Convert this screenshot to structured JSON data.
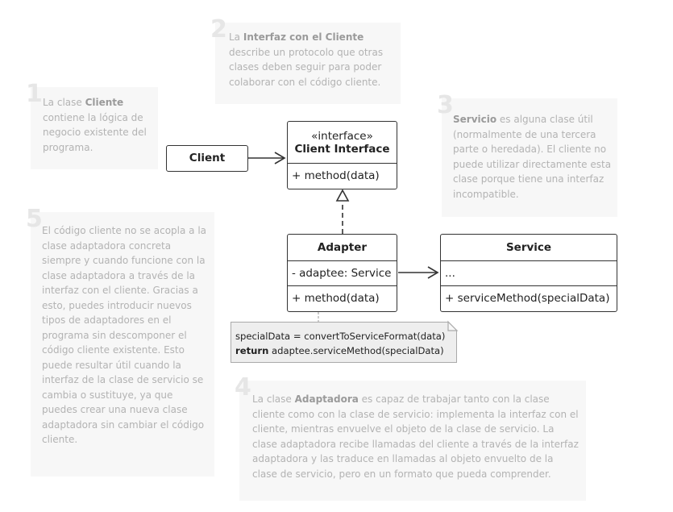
{
  "notes": {
    "n1": {
      "num": "1",
      "pre": "La clase ",
      "bold": "Cliente",
      "post": " contiene la lógica de negocio existente del programa."
    },
    "n2": {
      "num": "2",
      "pre": "La ",
      "bold": "Interfaz con el Cliente",
      "post": " describe un protocolo que otras clases deben seguir para poder colaborar con el código cliente."
    },
    "n3": {
      "num": "3",
      "pre": "",
      "bold": "Servicio",
      "post": " es alguna clase útil (normalmente de una tercera parte o heredada). El cliente no puede utilizar directamente esta clase porque tiene una interfaz incompatible."
    },
    "n4": {
      "num": "4",
      "pre": "La clase ",
      "bold": "Adaptadora",
      "post": " es capaz de trabajar tanto con la clase cliente como con la clase de servicio: implementa la interfaz con el cliente, mientras envuelve el objeto de la clase de servicio. La clase adaptadora recibe llamadas del cliente a través de la interfaz adaptadora y las traduce en llamadas al objeto envuelto de la clase de servicio, pero en un formato que pueda comprender."
    },
    "n5": {
      "num": "5",
      "pre": "",
      "bold": "",
      "post": "El código cliente no se acopla a la clase adaptadora concreta siempre y cuando funcione con la clase adaptadora a través de la interfaz con el cliente. Gracias a esto, puedes introducir nuevos tipos de adaptadores en el programa sin descomponer el código cliente existente. Esto puede resultar útil cuando la interfaz de la clase de servicio se cambia o sustituye, ya que puedes crear una nueva clase adaptadora sin cambiar el código cliente."
    }
  },
  "client": {
    "name": "Client"
  },
  "client_interface": {
    "stereotype": "«interface»",
    "name": "Client Interface",
    "method": "+ method(data)"
  },
  "adapter": {
    "name": "Adapter",
    "field": "- adaptee: Service",
    "method": "+ method(data)"
  },
  "service": {
    "name": "Service",
    "field": "...",
    "method": "+ serviceMethod(specialData)"
  },
  "code_note": {
    "line1": "specialData = convertToServiceFormat(data)",
    "keyword": "return",
    "line2": " adaptee.serviceMethod(specialData)"
  },
  "colors": {
    "note_bg": "#f7f7f7",
    "note_text": "#b3b3b3",
    "border": "#333333",
    "code_bg": "#eeeeee"
  }
}
